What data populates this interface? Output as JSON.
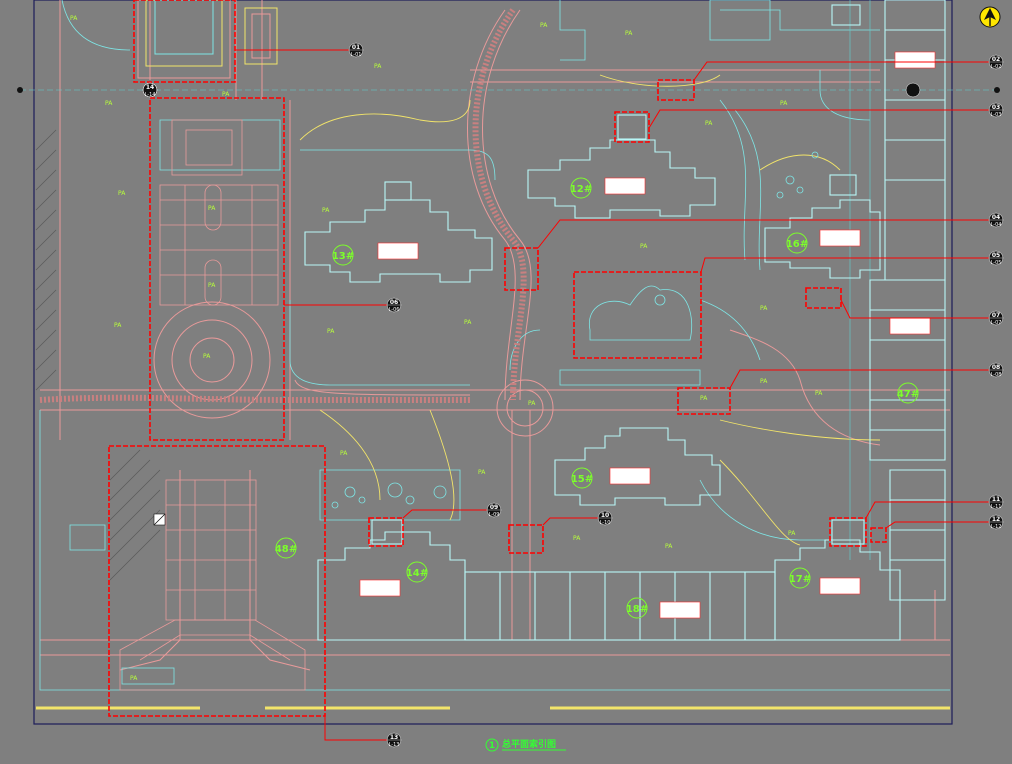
{
  "drawing": {
    "title": "总平面索引图",
    "index": "1",
    "area_label": "PA",
    "north_symbol": "north-arrow-icon"
  },
  "buildings": [
    {
      "id": "b12",
      "num": "12#"
    },
    {
      "id": "b13",
      "num": "13#"
    },
    {
      "id": "b14",
      "num": "14#"
    },
    {
      "id": "b15",
      "num": "15#"
    },
    {
      "id": "b16",
      "num": "16#"
    },
    {
      "id": "b17",
      "num": "17#"
    },
    {
      "id": "b18",
      "num": "18#"
    },
    {
      "id": "b47",
      "num": "47#"
    },
    {
      "id": "b48",
      "num": "48#"
    }
  ],
  "callouts": [
    {
      "id": "c1",
      "num": "01",
      "sheet": "L-01"
    },
    {
      "id": "c2",
      "num": "02",
      "sheet": "L-02"
    },
    {
      "id": "c3",
      "num": "03",
      "sheet": "L-03"
    },
    {
      "id": "c4",
      "num": "04",
      "sheet": "L-04"
    },
    {
      "id": "c5",
      "num": "05",
      "sheet": "L-05"
    },
    {
      "id": "c6",
      "num": "06",
      "sheet": "L-06"
    },
    {
      "id": "c7",
      "num": "07",
      "sheet": "L-07"
    },
    {
      "id": "c8",
      "num": "08",
      "sheet": "L-08"
    },
    {
      "id": "c9",
      "num": "09",
      "sheet": "L-09"
    },
    {
      "id": "c10",
      "num": "10",
      "sheet": "L-10"
    },
    {
      "id": "c11",
      "num": "11",
      "sheet": "L-11"
    },
    {
      "id": "c12",
      "num": "12",
      "sheet": "L-12"
    },
    {
      "id": "c13",
      "num": "13",
      "sheet": "L-13"
    },
    {
      "id": "c14",
      "num": "14",
      "sheet": "L-14"
    }
  ],
  "colors": {
    "background": "#7f7f7f",
    "detail_box": "#ff0000",
    "road": "#e89a9a",
    "building": "#9ef3f3",
    "landscape": "#f2e46a",
    "label": "#7cff2a",
    "frame": "#1c1c5a"
  }
}
